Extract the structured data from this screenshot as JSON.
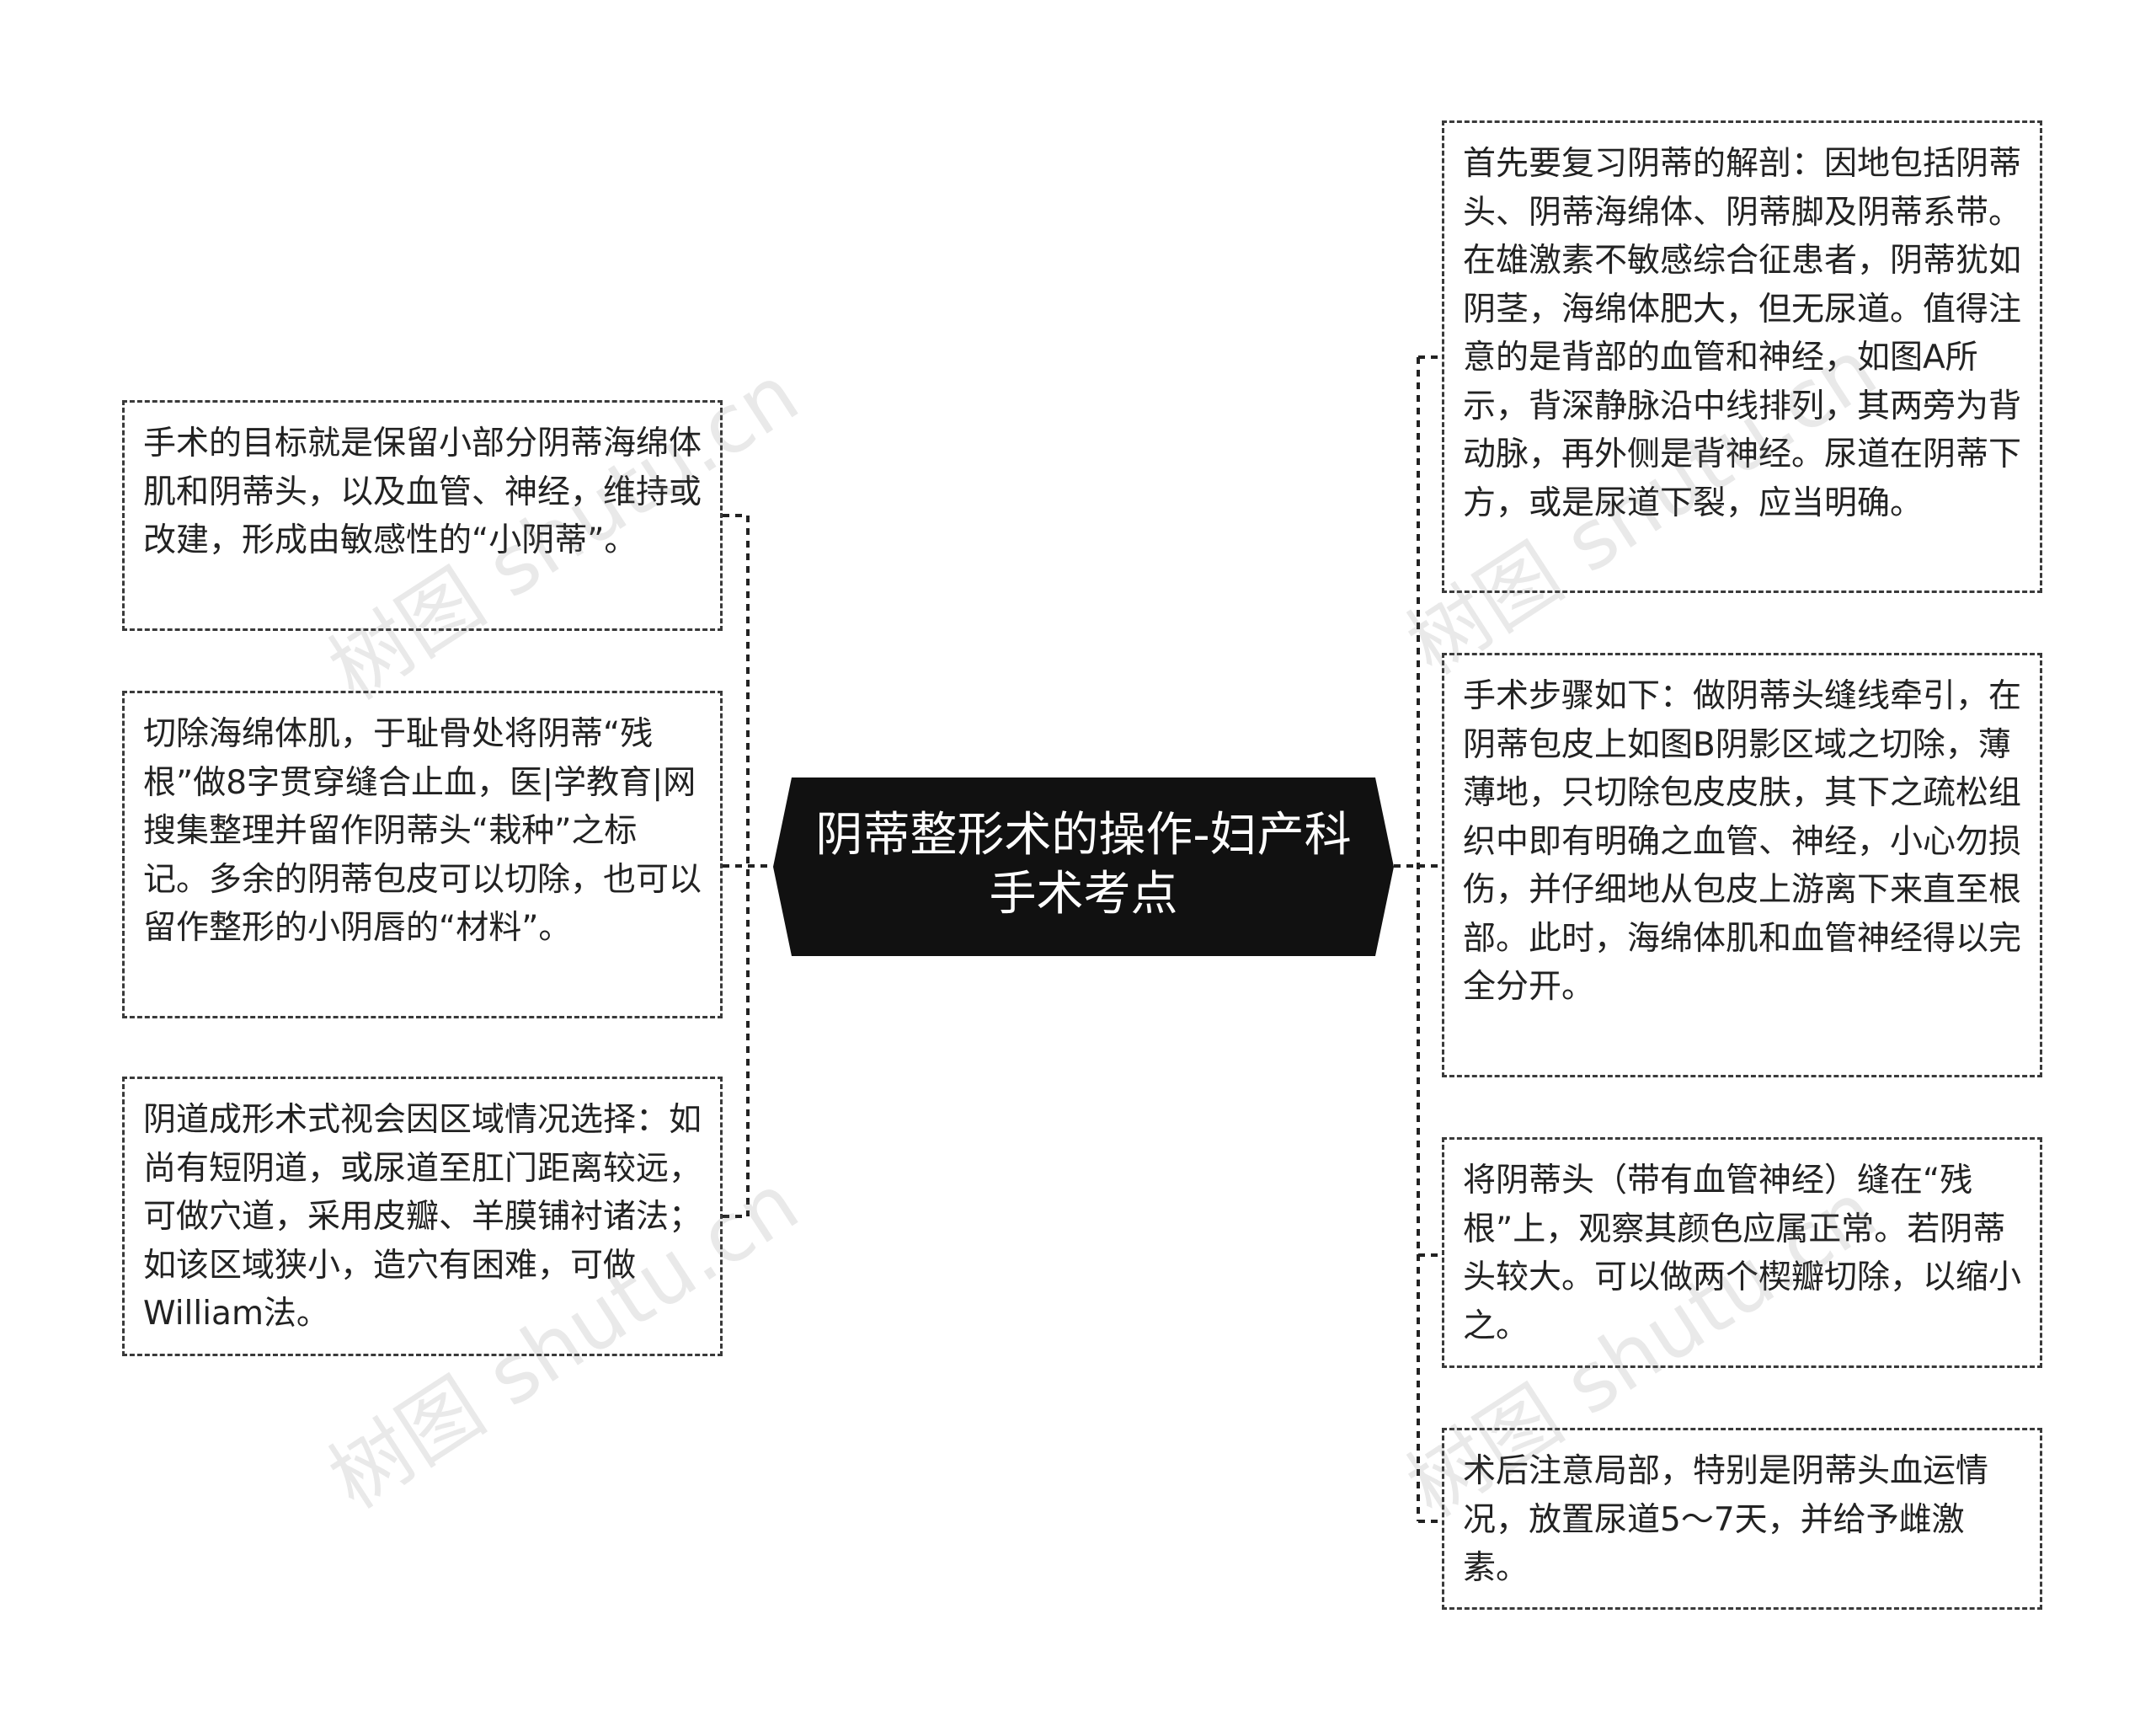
{
  "center": {
    "title_line1": "阴蒂整形术的操作-妇产科",
    "title_line2": "手术考点"
  },
  "left_nodes": [
    {
      "text": "手术的目标就是保留小部分阴蒂海绵体肌和阴蒂头，以及血管、神经，维持或改建，形成由敏感性的“小阴蒂”。"
    },
    {
      "text": "切除海绵体肌，于耻骨处将阴蒂“残根”做8字贯穿缝合止血，医|学教育|网搜集整理并留作阴蒂头“栽种”之标记。多余的阴蒂包皮可以切除，也可以留作整形的小阴唇的“材料”。"
    },
    {
      "text": "阴道成形术式视会因区域情况选择：如尚有短阴道，或尿道至肛门距离较远，可做穴道，采用皮瓣、羊膜铺衬诸法；如该区域狭小，造穴有困难，可做William法。"
    }
  ],
  "right_nodes": [
    {
      "text": "首先要复习阴蒂的解剖：因地包括阴蒂头、阴蒂海绵体、阴蒂脚及阴蒂系带。在雄激素不敏感综合征患者，阴蒂犹如阴茎，海绵体肥大，但无尿道。值得注意的是背部的血管和神经，如图A所示，背深静脉沿中线排列，其两旁为背动脉，再外侧是背神经。尿道在阴蒂下方，或是尿道下裂，应当明确。"
    },
    {
      "text": "手术步骤如下：做阴蒂头缝线牵引，在阴蒂包皮上如图B阴影区域之切除，薄薄地，只切除包皮皮肤，其下之疏松组织中即有明确之血管、神经，小心勿损伤，并仔细地从包皮上游离下来直至根部。此时，海绵体肌和血管神经得以完全分开。"
    },
    {
      "text": "将阴蒂头（带有血管神经）缝在“残根”上，观察其颜色应属正常。若阴蒂头较大。可以做两个楔瓣切除，以缩小之。"
    },
    {
      "text": "术后注意局部，特别是阴蒂头血运情况，放置尿道5～7天，并给予雌激素。"
    }
  ],
  "watermark": "树图 shutu.cn",
  "colors": {
    "center_fill": "#111111",
    "border": "#3a3a3a",
    "text": "#222222"
  }
}
